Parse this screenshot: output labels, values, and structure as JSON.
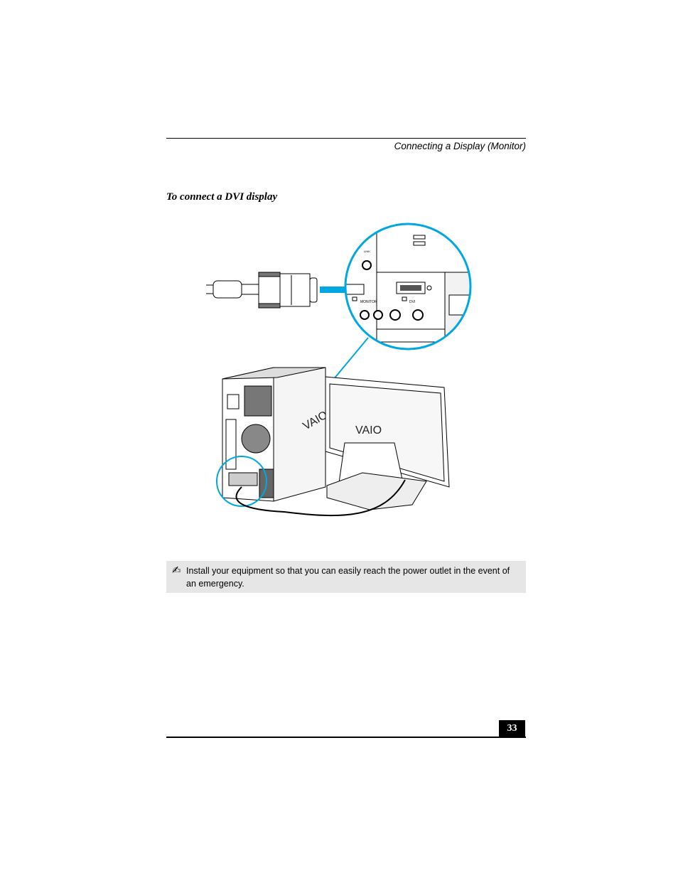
{
  "header": {
    "running_title": "Connecting a Display (Monitor)"
  },
  "section": {
    "title": "To connect a DVI display"
  },
  "figure": {
    "port_labels": {
      "monitor": "MONITOR",
      "dvi": "DVI",
      "link": "LINK"
    },
    "brand_logo": "VAIO"
  },
  "note": {
    "icon": "pencil-note-icon",
    "text": "Install your equipment so that you can easily reach the power outlet in the event of an emergency."
  },
  "footer": {
    "page_number": "33"
  },
  "colors": {
    "callout_blue": "#00a7e1",
    "note_background": "#e6e6e6"
  }
}
